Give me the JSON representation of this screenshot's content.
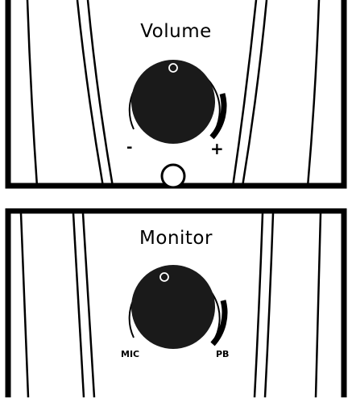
{
  "volume_panel": {
    "title": "Volume",
    "min_label": "-",
    "max_label": "+"
  },
  "monitor_panel": {
    "title": "Monitor",
    "min_label": "MIC",
    "max_label": "PB"
  },
  "colors": {
    "line": "#000000",
    "knob": "#1a1a1a",
    "background": "#ffffff"
  }
}
